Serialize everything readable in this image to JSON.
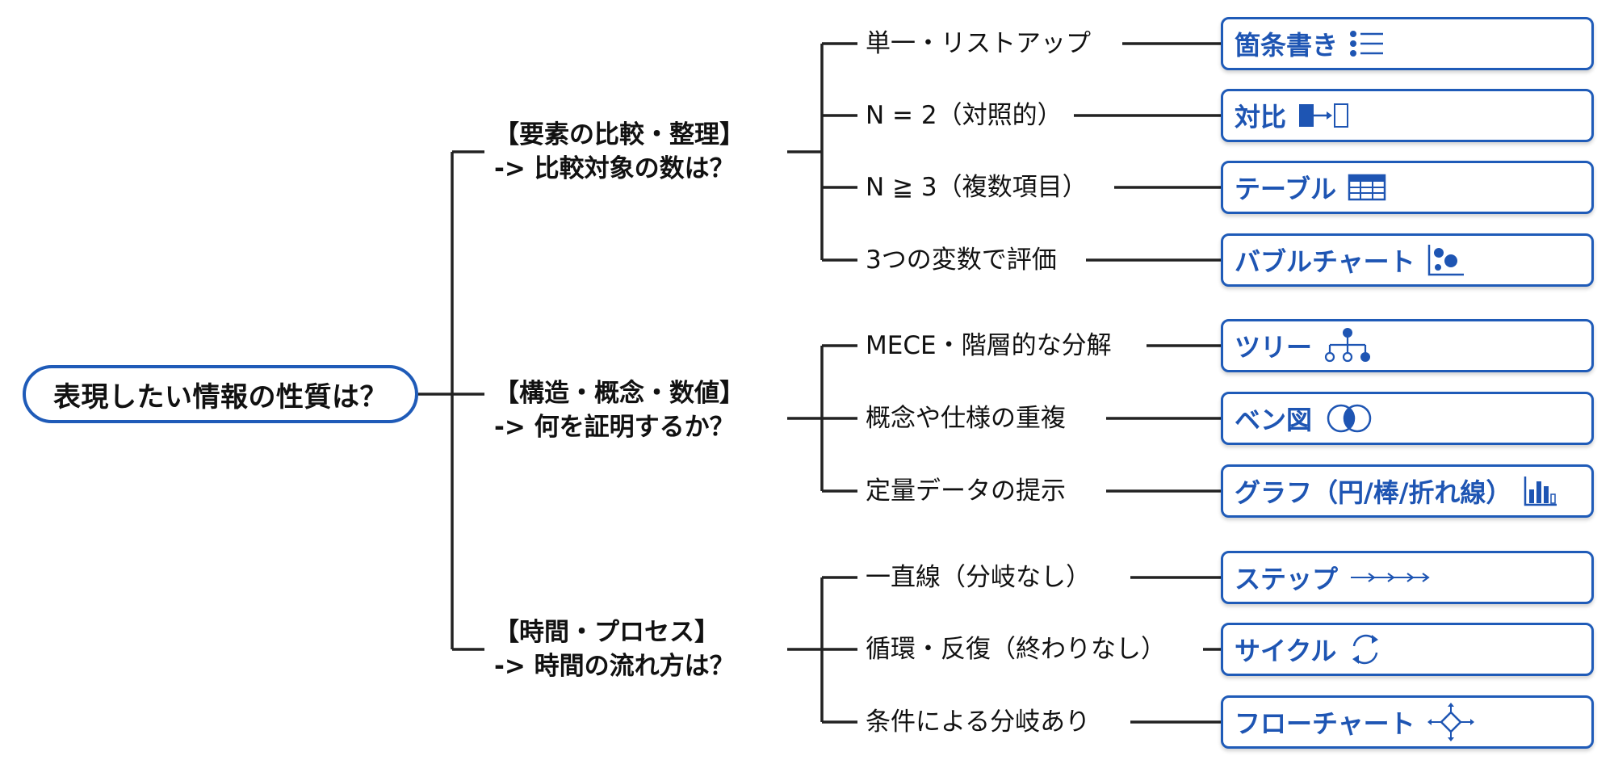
{
  "root": {
    "label": "表現したい情報の性質は？"
  },
  "categories": [
    {
      "title": "【要素の比較・整理】",
      "question": "-> 比較対象の数は？",
      "options": [
        {
          "label": "単一・リストアップ",
          "result": "箇条書き",
          "icon": "bullet-list-icon"
        },
        {
          "label": "N = 2（対照的）",
          "result": "対比",
          "icon": "compare-arrow-icon"
        },
        {
          "label": "N ≧ 3（複数項目）",
          "result": "テーブル",
          "icon": "table-icon"
        },
        {
          "label": "3つの変数で評価",
          "result": "バブルチャート",
          "icon": "bubble-chart-icon"
        }
      ]
    },
    {
      "title": "【構造・概念・数値】",
      "question": "-> 何を証明するか？",
      "options": [
        {
          "label": "MECE・階層的な分解",
          "result": "ツリー",
          "icon": "tree-icon"
        },
        {
          "label": "概念や仕様の重複",
          "result": "ベン図",
          "icon": "venn-icon"
        },
        {
          "label": "定量データの提示",
          "result": "グラフ（円/棒/折れ線）",
          "icon": "bar-chart-icon"
        }
      ]
    },
    {
      "title": "【時間・プロセス】",
      "question": "-> 時間の流れ方は？",
      "options": [
        {
          "label": "一直線（分岐なし）",
          "result": "ステップ",
          "icon": "arrows-icon"
        },
        {
          "label": "循環・反復（終わりなし）",
          "result": "サイクル",
          "icon": "cycle-icon"
        },
        {
          "label": "条件による分岐あり",
          "result": "フローチャート",
          "icon": "flowchart-icon"
        }
      ]
    }
  ],
  "colors": {
    "accent": "#1f5bb8",
    "result_text": "#1e55b3",
    "line": "#222222"
  }
}
